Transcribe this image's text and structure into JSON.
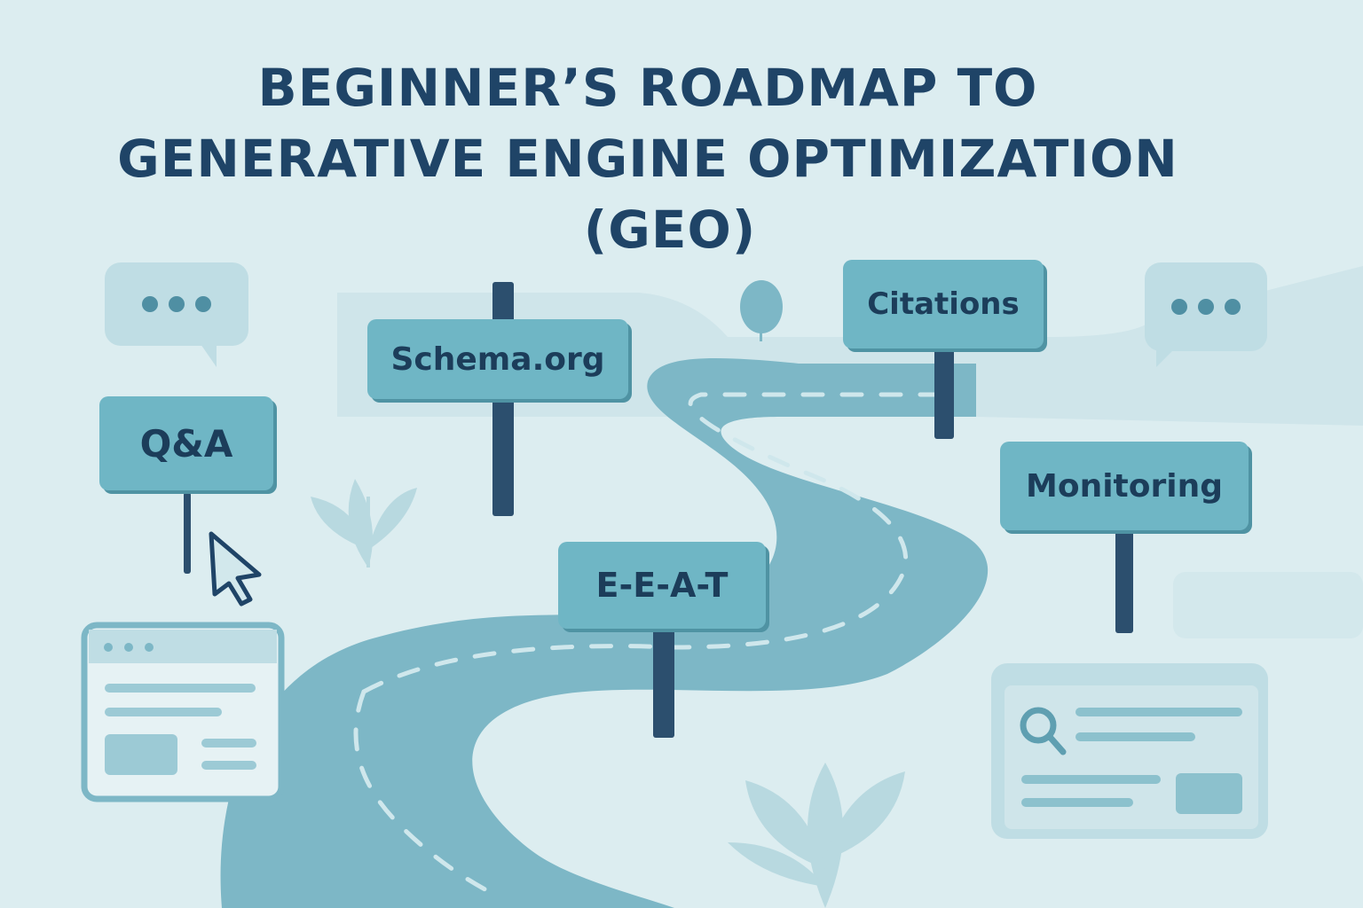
{
  "title": {
    "line1": "BEGINNER’S ROADMAP TO",
    "line2": "GENERATIVE ENGINE OPTIMIZATION",
    "line3": "(GEO)"
  },
  "signs": [
    {
      "id": "qa",
      "label": "Q&A"
    },
    {
      "id": "schema",
      "label": "Schema.org"
    },
    {
      "id": "citations",
      "label": "Citations"
    },
    {
      "id": "eeat",
      "label": "E-E-A-T"
    },
    {
      "id": "monitoring",
      "label": "Monitoring"
    }
  ],
  "icons": [
    "chat-bubble-icon",
    "cursor-icon",
    "browser-window-icon",
    "search-results-icon",
    "plant-icon",
    "tree-icon",
    "road-icon"
  ],
  "colors": {
    "background": "#dcedf0",
    "title": "#1f4467",
    "sign": "#6fb6c5",
    "post": "#2c4f6e",
    "road": "#7db7c6"
  }
}
